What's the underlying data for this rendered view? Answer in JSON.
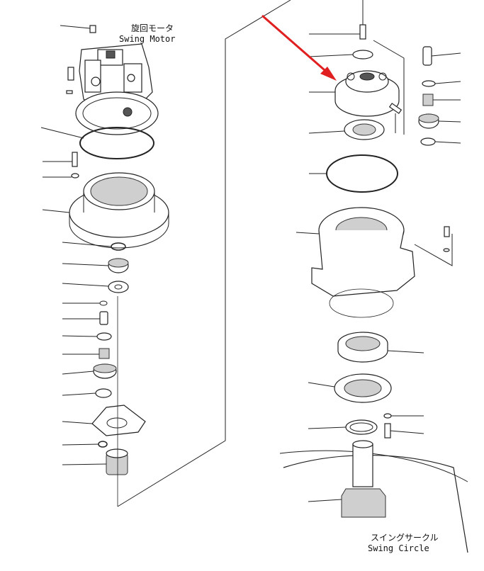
{
  "labels": {
    "swing_motor_jp": "旋回モータ",
    "swing_motor_en": "Swing Motor",
    "swing_circle_jp": "スイングサークル",
    "swing_circle_en": "Swing Circle"
  },
  "colors": {
    "line": "#222222",
    "arrow": "#e02020"
  }
}
